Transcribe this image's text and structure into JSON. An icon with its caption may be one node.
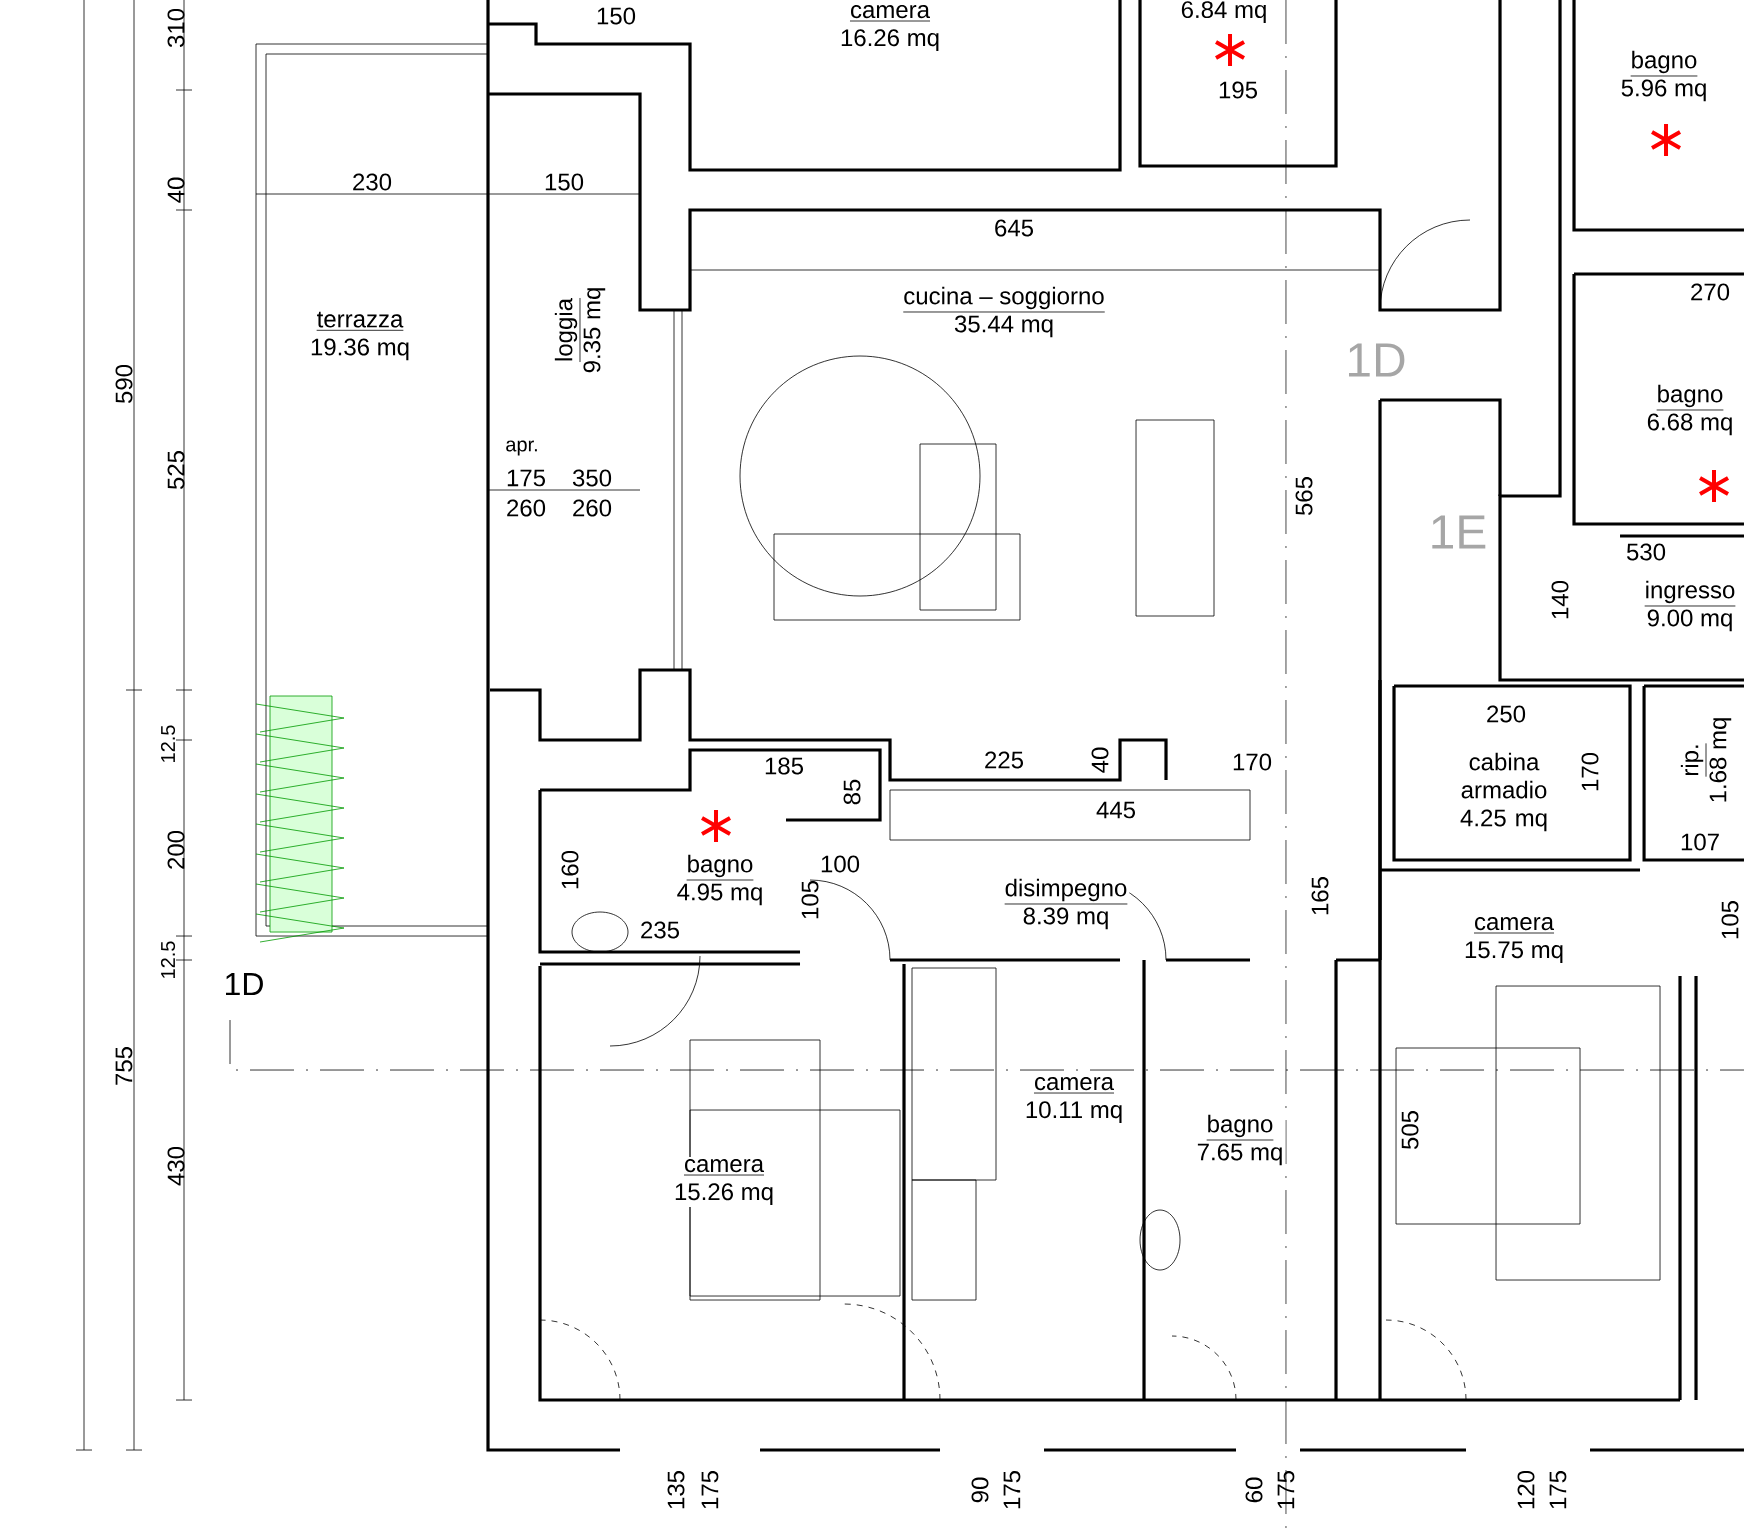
{
  "diagram": {
    "nodes": [
      {
        "text": [
          "camera",
          "16.26 mq"
        ]
      },
      {
        "text": [
          "6.84 mq"
        ]
      },
      {
        "text": [
          "bagno",
          "5.96 mq"
        ]
      },
      {
        "text": [
          "terrazza",
          "19.36 mq"
        ]
      },
      {
        "text": [
          "loggia",
          "9.35 mq"
        ]
      },
      {
        "text": [
          "cucina – soggiorno",
          "35.44 mq"
        ]
      },
      {
        "text": [
          "bagno",
          "6.68 mq"
        ]
      },
      {
        "text": [
          "ingresso",
          "9.00 mq"
        ]
      },
      {
        "text": [
          "cabina armadio",
          "4.25 mq"
        ]
      },
      {
        "text": [
          "rip.",
          "1.68 mq"
        ]
      },
      {
        "text": [
          "bagno",
          "4.95 mq"
        ]
      },
      {
        "text": [
          "disimpegno",
          "8.39 mq"
        ]
      },
      {
        "text": [
          "camera",
          "15.75 mq"
        ]
      },
      {
        "text": [
          "camera",
          "10.11 mq"
        ]
      },
      {
        "text": [
          "bagno",
          "7.65 mq"
        ]
      },
      {
        "text": [
          "camera",
          "15.26 mq"
        ]
      }
    ],
    "labels": [
      "310",
      "150",
      "40",
      "230",
      "150",
      "645",
      "590",
      "525",
      "apr.",
      "175",
      "350",
      "260",
      "260",
      "195",
      "270",
      "1D",
      "565",
      "1E",
      "530",
      "140",
      "12.5",
      "250",
      "185",
      "85",
      "225",
      "40",
      "170",
      "170",
      "445",
      "107",
      "200",
      "160",
      "100",
      "105",
      "165",
      "105",
      "235",
      "12.5",
      "1D",
      "755",
      "505",
      "430",
      "135",
      "175",
      "90",
      "175",
      "60",
      "175",
      "120",
      "175"
    ]
  }
}
